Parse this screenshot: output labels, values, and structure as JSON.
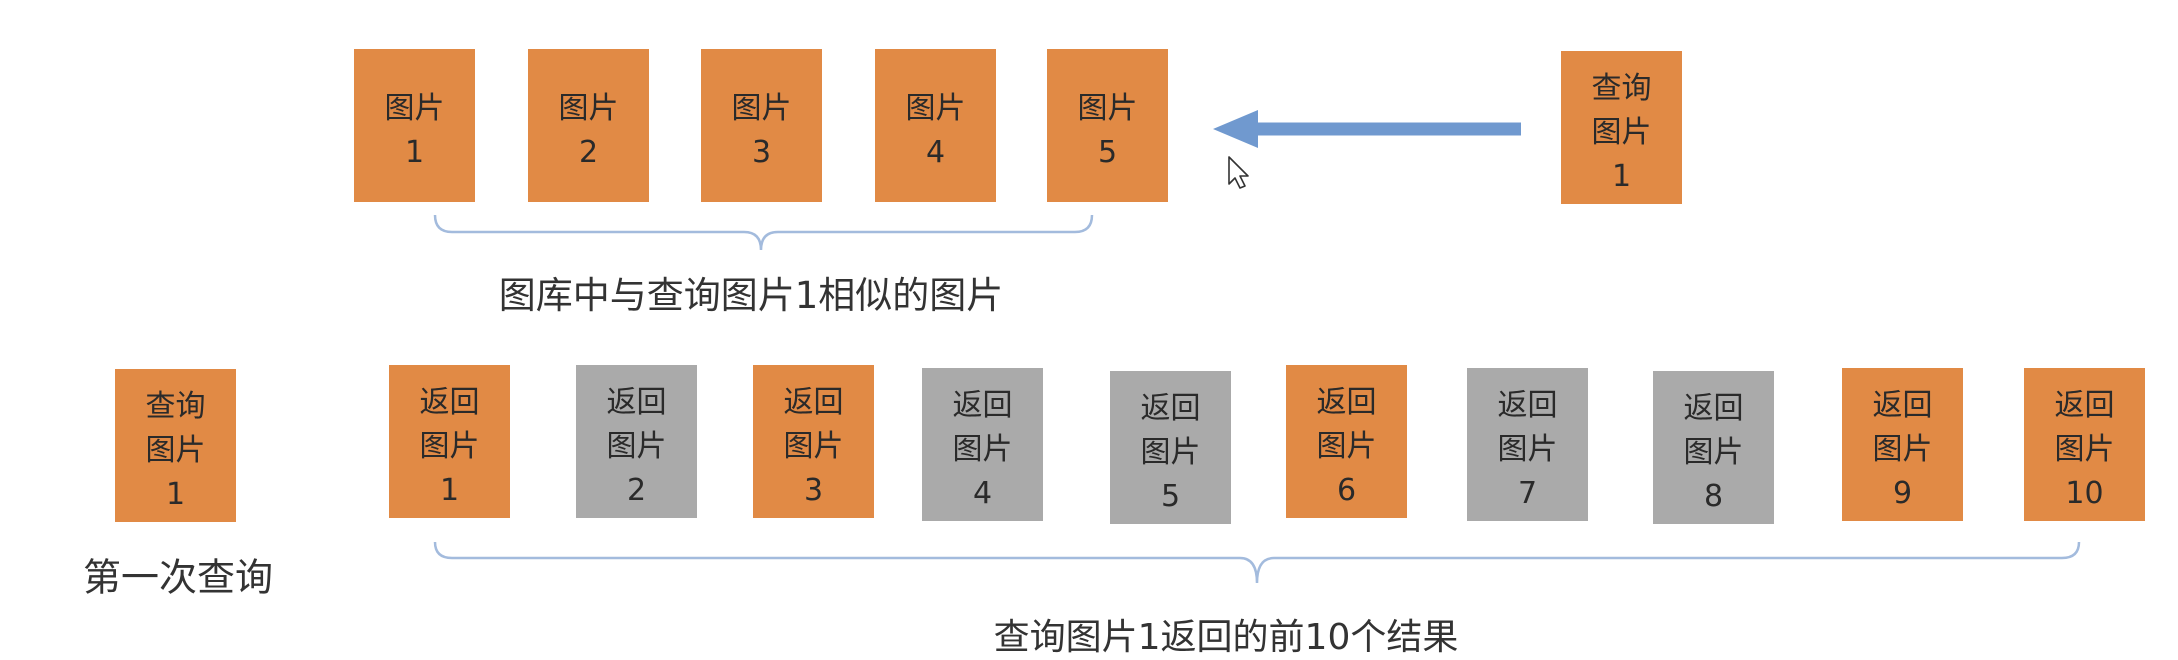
{
  "colors": {
    "orange": "#E18A45",
    "gray": "#AAAAAA",
    "arrow": "#7099CF",
    "bracket": "#A3BBDD",
    "text": "#2A2A2A"
  },
  "icons": {
    "arrow": "left-arrow-icon",
    "cursor": "mouse-cursor-icon"
  },
  "gallery": {
    "images": [
      {
        "lines": [
          "图片",
          "1"
        ],
        "fill": "#E18A45"
      },
      {
        "lines": [
          "图片",
          "2"
        ],
        "fill": "#E18A45"
      },
      {
        "lines": [
          "图片",
          "3"
        ],
        "fill": "#E18A45"
      },
      {
        "lines": [
          "图片",
          "4"
        ],
        "fill": "#E18A45"
      },
      {
        "lines": [
          "图片",
          "5"
        ],
        "fill": "#E18A45"
      }
    ],
    "label": "图库中与查询图片1相似的图片"
  },
  "top_query": {
    "lines": [
      "查询",
      "图片",
      "1"
    ],
    "fill": "#E18A45"
  },
  "first_query": {
    "box": {
      "lines": [
        "查询",
        "图片",
        "1"
      ],
      "fill": "#E18A45"
    },
    "label": "第一次查询"
  },
  "results": {
    "items": [
      {
        "lines": [
          "返回",
          "图片",
          "1"
        ],
        "fill": "#E18A45"
      },
      {
        "lines": [
          "返回",
          "图片",
          "2"
        ],
        "fill": "#AAAAAA"
      },
      {
        "lines": [
          "返回",
          "图片",
          "3"
        ],
        "fill": "#E18A45"
      },
      {
        "lines": [
          "返回",
          "图片",
          "4"
        ],
        "fill": "#AAAAAA"
      },
      {
        "lines": [
          "返回",
          "图片",
          "5"
        ],
        "fill": "#AAAAAA"
      },
      {
        "lines": [
          "返回",
          "图片",
          "6"
        ],
        "fill": "#E18A45"
      },
      {
        "lines": [
          "返回",
          "图片",
          "7"
        ],
        "fill": "#AAAAAA"
      },
      {
        "lines": [
          "返回",
          "图片",
          "8"
        ],
        "fill": "#AAAAAA"
      },
      {
        "lines": [
          "返回",
          "图片",
          "9"
        ],
        "fill": "#E18A45"
      },
      {
        "lines": [
          "返回",
          "图片",
          "10"
        ],
        "fill": "#E18A45"
      }
    ],
    "label": "查询图片1返回的前10个结果"
  }
}
